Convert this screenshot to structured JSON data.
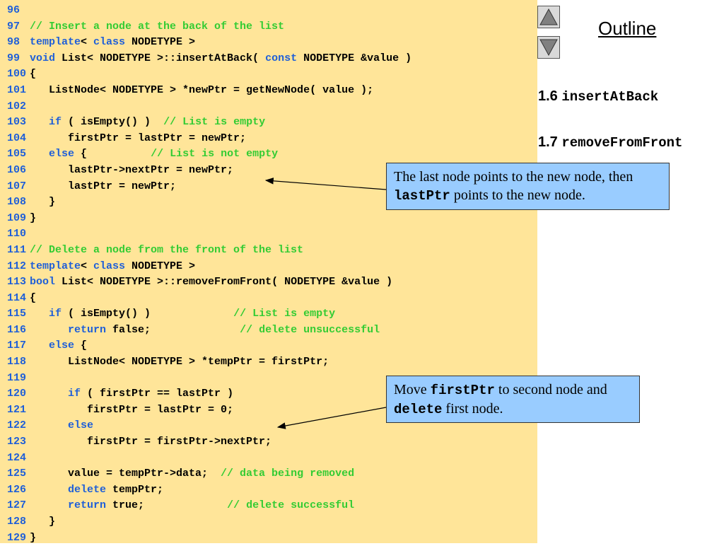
{
  "code_lines": [
    {
      "num": "96",
      "segs": []
    },
    {
      "num": "97",
      "segs": [
        {
          "t": "cm",
          "s": "// Insert a node at the back of the list"
        }
      ]
    },
    {
      "num": "98",
      "segs": [
        {
          "t": "kw",
          "s": "template"
        },
        {
          "t": "tx",
          "s": "< "
        },
        {
          "t": "kw",
          "s": "class"
        },
        {
          "t": "tx",
          "s": " NODETYPE >"
        }
      ]
    },
    {
      "num": "99",
      "segs": [
        {
          "t": "kw",
          "s": "void"
        },
        {
          "t": "tx",
          "s": " List< NODETYPE >::insertAtBack( "
        },
        {
          "t": "kw",
          "s": "const"
        },
        {
          "t": "tx",
          "s": " NODETYPE &value )"
        }
      ]
    },
    {
      "num": "100",
      "segs": [
        {
          "t": "tx",
          "s": "{"
        }
      ]
    },
    {
      "num": "101",
      "segs": [
        {
          "t": "tx",
          "s": "   ListNode< NODETYPE > *newPtr = getNewNode( value );"
        }
      ]
    },
    {
      "num": "102",
      "segs": []
    },
    {
      "num": "103",
      "segs": [
        {
          "t": "tx",
          "s": "   "
        },
        {
          "t": "kw",
          "s": "if"
        },
        {
          "t": "tx",
          "s": " ( isEmpty() )  "
        },
        {
          "t": "cm",
          "s": "// List is empty"
        }
      ]
    },
    {
      "num": "104",
      "segs": [
        {
          "t": "tx",
          "s": "      firstPtr = lastPtr = newPtr;"
        }
      ]
    },
    {
      "num": "105",
      "segs": [
        {
          "t": "tx",
          "s": "   "
        },
        {
          "t": "kw",
          "s": "else"
        },
        {
          "t": "tx",
          "s": " {          "
        },
        {
          "t": "cm",
          "s": "// List is not empty"
        }
      ]
    },
    {
      "num": "106",
      "segs": [
        {
          "t": "tx",
          "s": "      lastPtr->nextPtr = newPtr;"
        }
      ]
    },
    {
      "num": "107",
      "segs": [
        {
          "t": "tx",
          "s": "      lastPtr = newPtr;"
        }
      ]
    },
    {
      "num": "108",
      "segs": [
        {
          "t": "tx",
          "s": "   }"
        }
      ]
    },
    {
      "num": "109",
      "segs": [
        {
          "t": "tx",
          "s": "}"
        }
      ]
    },
    {
      "num": "110",
      "segs": []
    },
    {
      "num": "111",
      "segs": [
        {
          "t": "cm",
          "s": "// Delete a node from the front of the list"
        }
      ]
    },
    {
      "num": "112",
      "segs": [
        {
          "t": "kw",
          "s": "template"
        },
        {
          "t": "tx",
          "s": "< "
        },
        {
          "t": "kw",
          "s": "class"
        },
        {
          "t": "tx",
          "s": " NODETYPE >"
        }
      ]
    },
    {
      "num": "113",
      "segs": [
        {
          "t": "kw",
          "s": "bool"
        },
        {
          "t": "tx",
          "s": " List< NODETYPE >::removeFromFront( NODETYPE &value )"
        }
      ]
    },
    {
      "num": "114",
      "segs": [
        {
          "t": "tx",
          "s": "{"
        }
      ]
    },
    {
      "num": "115",
      "segs": [
        {
          "t": "tx",
          "s": "   "
        },
        {
          "t": "kw",
          "s": "if"
        },
        {
          "t": "tx",
          "s": " ( isEmpty() )             "
        },
        {
          "t": "cm",
          "s": "// List is empty"
        }
      ]
    },
    {
      "num": "116",
      "segs": [
        {
          "t": "tx",
          "s": "      "
        },
        {
          "t": "kw",
          "s": "return"
        },
        {
          "t": "tx",
          "s": " false;              "
        },
        {
          "t": "cm",
          "s": "// delete unsuccessful"
        }
      ]
    },
    {
      "num": "117",
      "segs": [
        {
          "t": "tx",
          "s": "   "
        },
        {
          "t": "kw",
          "s": "else"
        },
        {
          "t": "tx",
          "s": " {"
        }
      ]
    },
    {
      "num": "118",
      "segs": [
        {
          "t": "tx",
          "s": "      ListNode< NODETYPE > *tempPtr = firstPtr;"
        }
      ]
    },
    {
      "num": "119",
      "segs": []
    },
    {
      "num": "120",
      "segs": [
        {
          "t": "tx",
          "s": "      "
        },
        {
          "t": "kw",
          "s": "if"
        },
        {
          "t": "tx",
          "s": " ( firstPtr == lastPtr )"
        }
      ]
    },
    {
      "num": "121",
      "segs": [
        {
          "t": "tx",
          "s": "         firstPtr = lastPtr = 0;"
        }
      ]
    },
    {
      "num": "122",
      "segs": [
        {
          "t": "tx",
          "s": "      "
        },
        {
          "t": "kw",
          "s": "else"
        }
      ]
    },
    {
      "num": "123",
      "segs": [
        {
          "t": "tx",
          "s": "         firstPtr = firstPtr->nextPtr;"
        }
      ]
    },
    {
      "num": "124",
      "segs": []
    },
    {
      "num": "125",
      "segs": [
        {
          "t": "tx",
          "s": "      value = tempPtr->data;  "
        },
        {
          "t": "cm",
          "s": "// data being removed"
        }
      ]
    },
    {
      "num": "126",
      "segs": [
        {
          "t": "tx",
          "s": "      "
        },
        {
          "t": "kw",
          "s": "delete"
        },
        {
          "t": "tx",
          "s": " tempPtr;"
        }
      ]
    },
    {
      "num": "127",
      "segs": [
        {
          "t": "tx",
          "s": "      "
        },
        {
          "t": "kw",
          "s": "return"
        },
        {
          "t": "tx",
          "s": " true;             "
        },
        {
          "t": "cm",
          "s": "// delete successful"
        }
      ]
    },
    {
      "num": "128",
      "segs": [
        {
          "t": "tx",
          "s": "   }"
        }
      ]
    },
    {
      "num": "129",
      "segs": [
        {
          "t": "tx",
          "s": "}"
        }
      ]
    }
  ],
  "outline": {
    "title": "Outline",
    "items": [
      {
        "num": "1.6",
        "label": "insertAtBack"
      },
      {
        "num": "1.7",
        "label": "removeFromFront"
      }
    ]
  },
  "nav": {
    "up_icon": "triangle-up-icon",
    "down_icon": "triangle-down-icon"
  },
  "callouts": [
    {
      "parts": [
        {
          "mono": false,
          "s": "The last node points to the new node, then "
        },
        {
          "mono": true,
          "s": "lastPtr"
        },
        {
          "mono": false,
          "s": " points to the new node."
        }
      ]
    },
    {
      "parts": [
        {
          "mono": false,
          "s": "Move "
        },
        {
          "mono": true,
          "s": "firstPtr"
        },
        {
          "mono": false,
          "s": " to second node and "
        },
        {
          "mono": true,
          "s": "delete"
        },
        {
          "mono": false,
          "s": " first node."
        }
      ]
    }
  ],
  "colors": {
    "code_bg": "#ffe599",
    "keyword": "#1f5fd8",
    "comment": "#33cc33",
    "callout_bg": "#99ccff",
    "line_number": "#1f5fd8"
  }
}
